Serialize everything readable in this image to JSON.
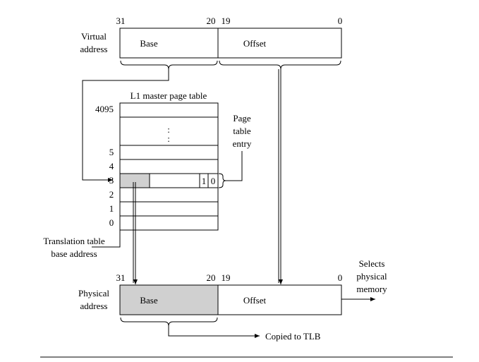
{
  "virtual_address": {
    "label_line1": "Virtual",
    "label_line2": "address",
    "bit_31": "31",
    "bit_20": "20",
    "bit_19": "19",
    "bit_0": "0",
    "base": "Base",
    "offset": "Offset"
  },
  "page_table": {
    "title": "L1 master page table",
    "top_index": "4095",
    "dots": ":",
    "rows": [
      "5",
      "4",
      "3",
      "2",
      "1",
      "0"
    ],
    "entry_bit_1": "1",
    "entry_bit_0": "0",
    "entry_label_line1": "Page",
    "entry_label_line2": "table",
    "entry_label_line3": "entry"
  },
  "ttb": {
    "line1": "Translation table",
    "line2": "base address"
  },
  "physical_address": {
    "label_line1": "Physical",
    "label_line2": "address",
    "bit_31": "31",
    "bit_20": "20",
    "bit_19": "19",
    "bit_0": "0",
    "base": "Base",
    "offset": "Offset",
    "selects_line1": "Selects",
    "selects_line2": "physical",
    "selects_line3": "memory"
  },
  "tlb": {
    "label": "Copied to TLB"
  }
}
